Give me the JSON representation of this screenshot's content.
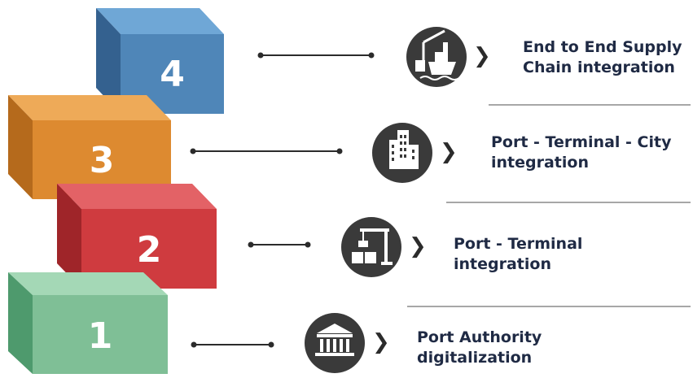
{
  "steps": [
    {
      "number": "4",
      "title_line1": "End to End Supply",
      "title_line2": "Chain integration",
      "icon": "ship-port-icon",
      "color": "#4f86b8"
    },
    {
      "number": "3",
      "title_line1": "Port - Terminal - City",
      "title_line2": "integration",
      "icon": "city-buildings-icon",
      "color": "#dd8a30"
    },
    {
      "number": "2",
      "title_line1": "Port - Terminal",
      "title_line2": "integration",
      "icon": "crane-containers-icon",
      "color": "#cf3b3f"
    },
    {
      "number": "1",
      "title_line1": "Port Authority",
      "title_line2": "digitalization",
      "icon": "government-building-icon",
      "color": "#7fbf96"
    }
  ],
  "chevron": "❯"
}
